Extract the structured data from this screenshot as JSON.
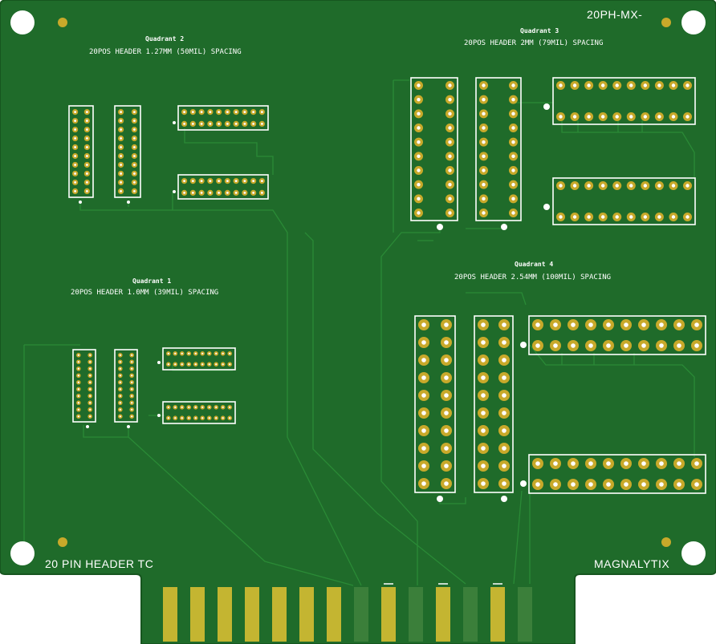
{
  "board": {
    "id_text": "20PH-MX-",
    "bottom_left_text": "20 PIN HEADER TC",
    "bottom_right_text": "MAGNALYTIX",
    "colors": {
      "pcb": "#1f6b2a",
      "pcb_edge": "#17561f",
      "trace": "#2a8a36",
      "copper": "#c8a92a",
      "silkscreen": "#ffffff",
      "hole": "#ffffff",
      "finger": "#c4b531",
      "finger_dim": "#3b7f3a"
    }
  },
  "quadrants": {
    "q1": {
      "title": "Quadrant 1",
      "subtitle": "20POS HEADER 1.0MM (39MIL) SPACING"
    },
    "q2": {
      "title": "Quadrant 2",
      "subtitle": "20POS HEADER 1.27MM (50MIL) SPACING"
    },
    "q3": {
      "title": "Quadrant 3",
      "subtitle": "20POS HEADER 2MM (79MIL) SPACING"
    },
    "q4": {
      "title": "Quadrant 4",
      "subtitle": "20POS HEADER 2.54MM (100MIL) SPACING"
    }
  },
  "edge_connector": {
    "finger_count": 14
  }
}
